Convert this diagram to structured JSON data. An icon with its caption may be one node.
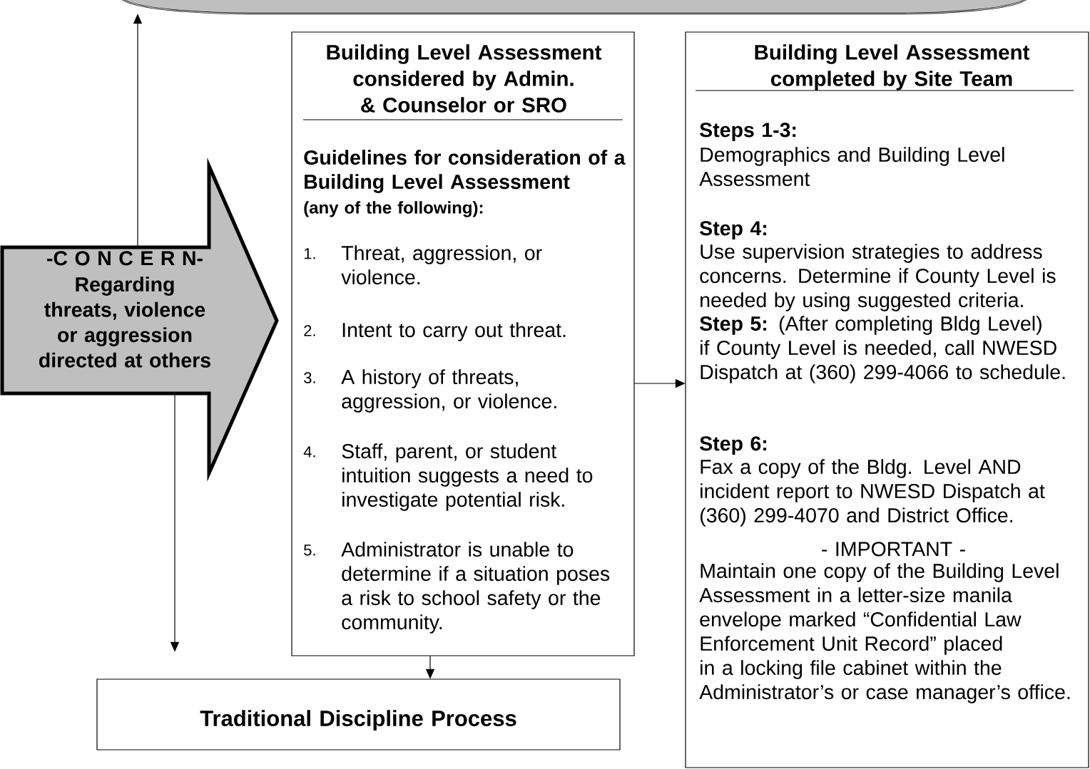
{
  "diagram": {
    "nodes": [
      {
        "text": [],
        "shape": "box"
      },
      {
        "text": [
          "-C O N C E R N-",
          "Regarding threats, violence or aggression directed at others"
        ]
      },
      {
        "text": [
          "Building Level Assessment considered by Admin. & Counselor or SRO",
          "Guidelines for consideration of a Building Level Assessment",
          "(any of the following):",
          "1.",
          "Threat, aggression, or violence.",
          "2.",
          "Intent to carry out threat.",
          "3.",
          "A history of threats, aggression, or violence.",
          "4.",
          "Staff, parent, or student intuition suggests a need to investigate potential risk.",
          "5.",
          "Administrator is unable to determine if a situation poses a risk to school safety or the community."
        ]
      },
      {
        "text": [
          "Building Level Assessment completed by Site Team",
          "Steps 1-3:",
          "Demographics and Building Level Assessment",
          "Step 4:",
          "Use supervision strategies to address concerns. Determine if County Level is needed by using suggested criteria.",
          "**Step 5:** (After completing Bldg Level) if County Level is needed, call NWESD Dispatch at (360) 299-4066 to schedule.",
          "Step 6:",
          "Fax a copy of the Bldg. Level AND incident report to NWESD Dispatch at (360) 299-4070 and District Office.",
          "- IMPORTANT -",
          "Maintain one copy of the Building Level Assessment in a letter-size manila envelope marked “Confidential Law Enforcement Unit Record” placed in a locking file cabinet within the Administrator’s or case manager’s office."
        ]
      },
      {
        "text": [
          "Traditional Discipline Process"
        ]
      }
    ],
    "edges": [
      {
        "from": 1,
        "to": 0,
        "arrow": "to"
      },
      {
        "from": 1,
        "to": 4,
        "arrow": "to"
      },
      {
        "from": 2,
        "to": 4,
        "arrow": "to"
      },
      {
        "from": 2,
        "to": 3,
        "arrow": "to"
      }
    ]
  }
}
